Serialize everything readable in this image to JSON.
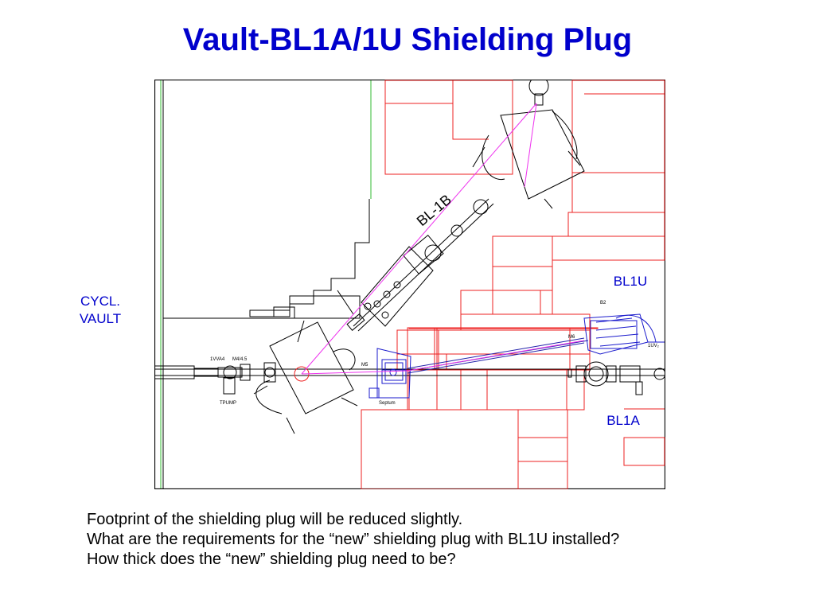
{
  "title": "Vault-BL1A/1U Shielding Plug",
  "labels": {
    "cycl_line1": "CYCL.",
    "cycl_line2": "VAULT",
    "bl1u": "BL1U",
    "bl1a": "BL1A"
  },
  "drawing_labels": {
    "bl1b": "BL-1B",
    "vva4": "1VVA4",
    "m4": "M4/4.5",
    "tpump": "TPUMP",
    "m5": "M5",
    "septum": "Septum",
    "m6": "M6",
    "b2": "B2",
    "uv": "1UV₂"
  },
  "notes": [
    "Footprint of the shielding plug will be reduced slightly.",
    "What are the requirements for the “new” shielding plug with BL1U installed?",
    "How thick does the “new” shielding plug need to be?"
  ],
  "colors": {
    "title": "#0000cc",
    "shielding": "#ee2020",
    "vault_wall": "#33bb33",
    "beamline": "#000000",
    "beam_path": "#ee33ee",
    "septum_magnet": "#1a1acc"
  }
}
